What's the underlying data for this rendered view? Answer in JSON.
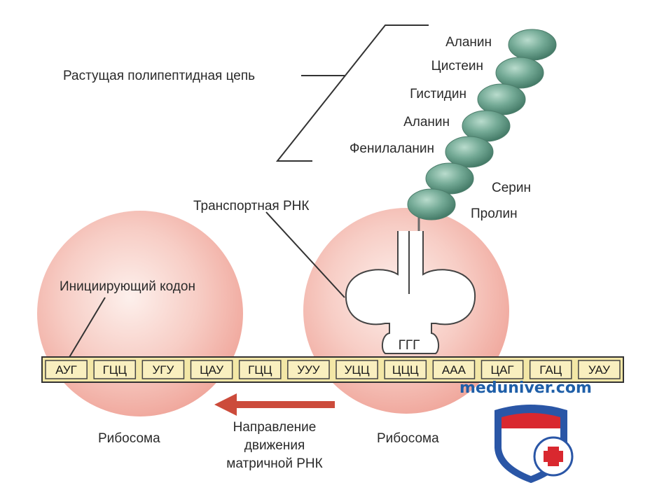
{
  "labels": {
    "chain": "Растущая полипептидная цепь",
    "trna": "Транспортная РНК",
    "init_codon": "Инициирующий кодон",
    "ribosome_left": "Рибосома",
    "ribosome_right": "Рибосома",
    "direction": [
      "Направление",
      "движения",
      "матричной РНК"
    ],
    "anticodon": "ГГГ"
  },
  "amino_acids": [
    "Аланин",
    "Цистеин",
    "Гистидин",
    "Аланин",
    "Фенилаланин",
    "Серин",
    "Пролин"
  ],
  "codons": [
    "АУГ",
    "ГЦЦ",
    "УГУ",
    "ЦАУ",
    "ГЦЦ",
    "УУУ",
    "УЦЦ",
    "ЦЦЦ",
    "ААА",
    "ЦАГ",
    "ГАЦ",
    "УАУ"
  ],
  "watermark": "meduniver.com",
  "colors": {
    "ribosome": "#f4b9b0",
    "mrna_fill": "#f3e7a6",
    "bead": "#6fa692",
    "arrow": "#cc4b3b",
    "shield_blue": "#2a56a6",
    "shield_red": "#d9282f"
  }
}
